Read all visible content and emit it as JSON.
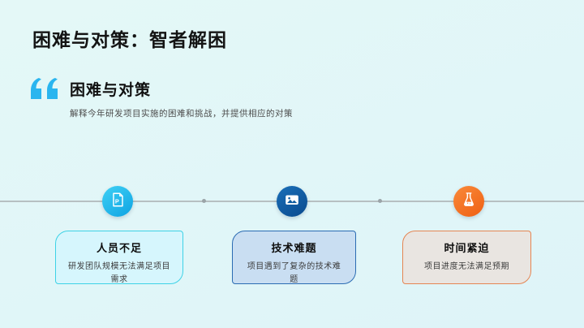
{
  "slide": {
    "background_color": "#def4f8",
    "title": "困难与对策：智者解困",
    "quote_section": {
      "quote_icon": "double-quote-icon",
      "accent_color": "#2ab5ef",
      "heading": "困难与对策",
      "description": "解释今年研发项目实施的困难和挑战，并提供相应的对策"
    },
    "timeline": {
      "line_color": "#b7c0c2",
      "items": [
        {
          "icon": "document-icon",
          "icon_bg_color": "#1db4ec",
          "title": "人员不足",
          "description": "研发团队规模无法满足项目需求",
          "card_border_color": "#3ed2e6",
          "card_bg_color": "#d6f6fd"
        },
        {
          "icon": "image-icon",
          "icon_bg_color": "#0c5aa0",
          "title": "技术难题",
          "description": "项目遇到了复杂的技术难题",
          "card_border_color": "#2b6cb3",
          "card_bg_color": "#c9def2"
        },
        {
          "icon": "flask-icon",
          "icon_bg_color": "#f26d1f",
          "title": "时间紧迫",
          "description": "项目进度无法满足预期",
          "card_border_color": "#e58553",
          "card_bg_color": "#e9e5e1"
        }
      ]
    }
  }
}
